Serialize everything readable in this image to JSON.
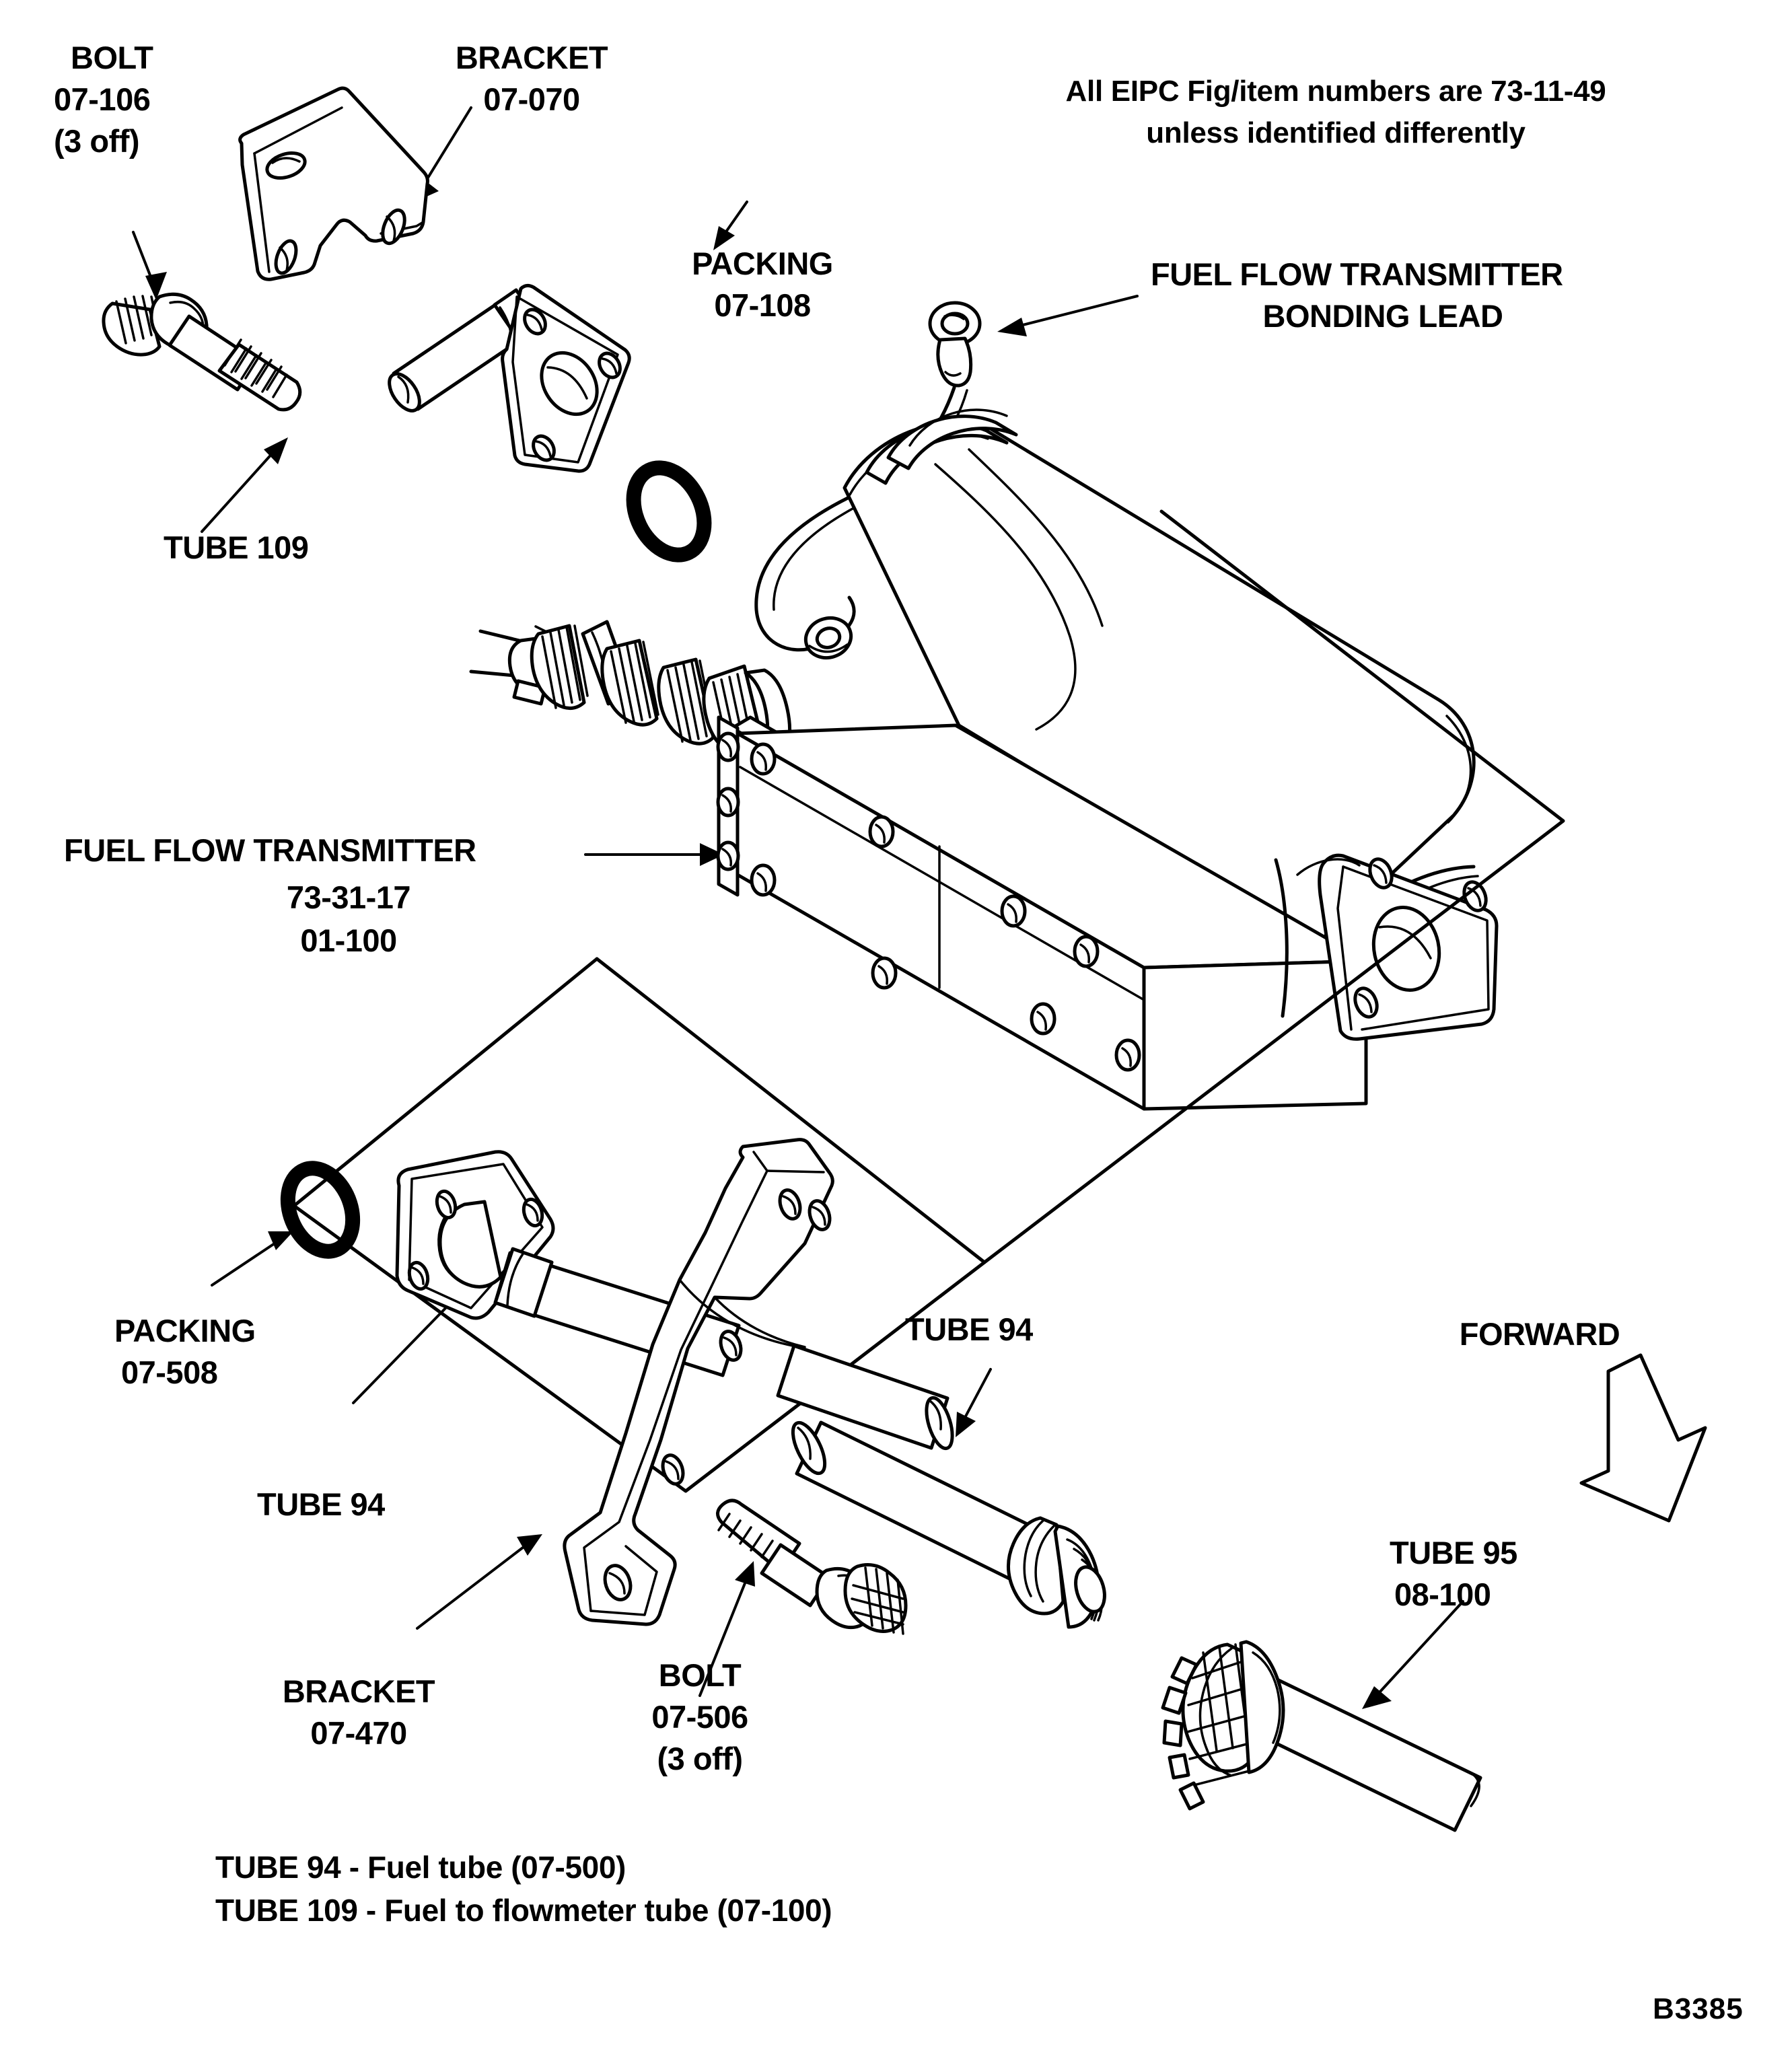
{
  "figure": {
    "reference_number": "B3385",
    "note_line_1": "All EIPC Fig/item numbers are 73-11-49",
    "note_line_2": "unless identified differently"
  },
  "callouts": {
    "bolt_upper": {
      "name": "BOLT",
      "part_number": "07-106",
      "qty": "(3 off)"
    },
    "bracket_upper": {
      "name": "BRACKET",
      "part_number": "07-070"
    },
    "packing_upper": {
      "name": "PACKING",
      "part_number": "07-108"
    },
    "tube_109_upper": {
      "name": "TUBE 109"
    },
    "bonding_lead": {
      "line_1": "FUEL FLOW TRANSMITTER",
      "line_2": "BONDING LEAD"
    },
    "transmitter": {
      "name": "FUEL FLOW TRANSMITTER",
      "fig": "73-31-17",
      "item": "01-100"
    },
    "packing_lower": {
      "name": "PACKING",
      "part_number": "07-508"
    },
    "tube_94_left": {
      "name": "TUBE 94"
    },
    "tube_94_right": {
      "name": "TUBE 94"
    },
    "bracket_lower": {
      "name": "BRACKET",
      "part_number": "07-470"
    },
    "bolt_lower": {
      "name": "BOLT",
      "part_number": "07-506",
      "qty": "(3 off)"
    },
    "tube_95": {
      "name": "TUBE 95",
      "part_number": "08-100"
    },
    "forward": {
      "name": "FORWARD"
    }
  },
  "legend": {
    "line_1": "TUBE 94 - Fuel tube (07-500)",
    "line_2": "TUBE 109 - Fuel to flowmeter tube (07-100)"
  },
  "colors": {
    "ink": "#000000",
    "paper": "#ffffff"
  }
}
